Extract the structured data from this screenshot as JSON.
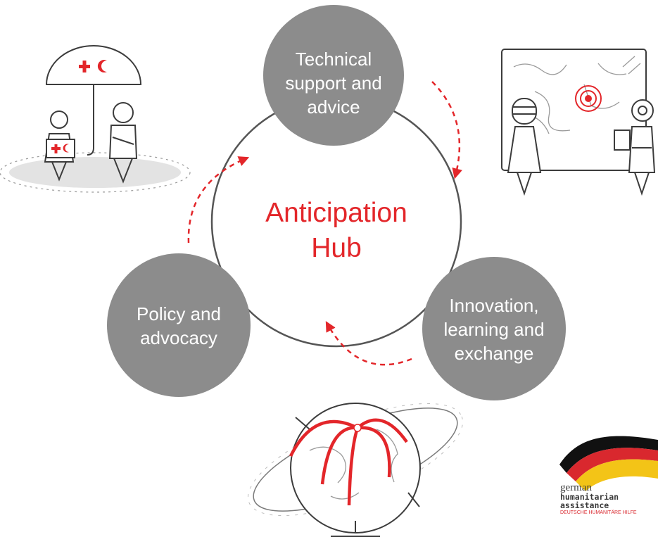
{
  "center": {
    "line1": "Anticipation",
    "line2": "Hub"
  },
  "nodes": [
    {
      "id": "technical",
      "lines": [
        "Technical",
        "support and",
        "advice"
      ]
    },
    {
      "id": "policy",
      "lines": [
        "Policy and",
        "advocacy"
      ]
    },
    {
      "id": "innovation",
      "lines": [
        "Innovation,",
        "learning and",
        "exchange"
      ]
    }
  ],
  "logo": {
    "line1": "german",
    "line2": "humanitarian",
    "line3": "assistance",
    "line4": "DEUTSCHE HUMANITÄRE HILFE"
  },
  "colors": {
    "node_fill": "#8c8c8c",
    "accent_red": "#e3262a",
    "ring": "#555555",
    "line_art": "#3c3c3c"
  },
  "icons": [
    "red-cross-crescent-umbrella-icon",
    "crisis-map-icon",
    "globe-network-icon",
    "german-flag-wave-icon"
  ]
}
